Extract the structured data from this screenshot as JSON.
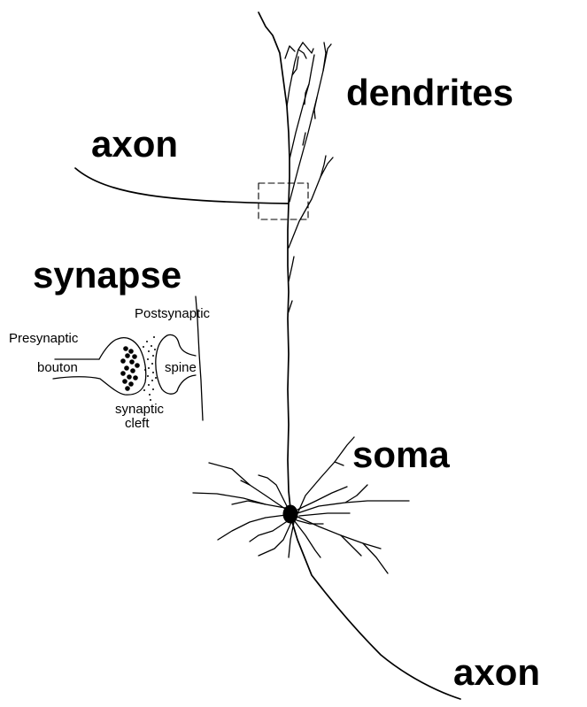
{
  "labels": {
    "dendrites": "dendrites",
    "axon_top": "axon",
    "synapse": "synapse",
    "soma": "soma",
    "axon_bottom": "axon"
  },
  "synapse_inset": {
    "postsynaptic": "Postsynaptic",
    "presynaptic": "Presynaptic",
    "bouton": "bouton",
    "spine": "spine",
    "synaptic": "synaptic",
    "cleft": "cleft"
  },
  "colors": {
    "ink": "#000000",
    "background": "#ffffff"
  }
}
